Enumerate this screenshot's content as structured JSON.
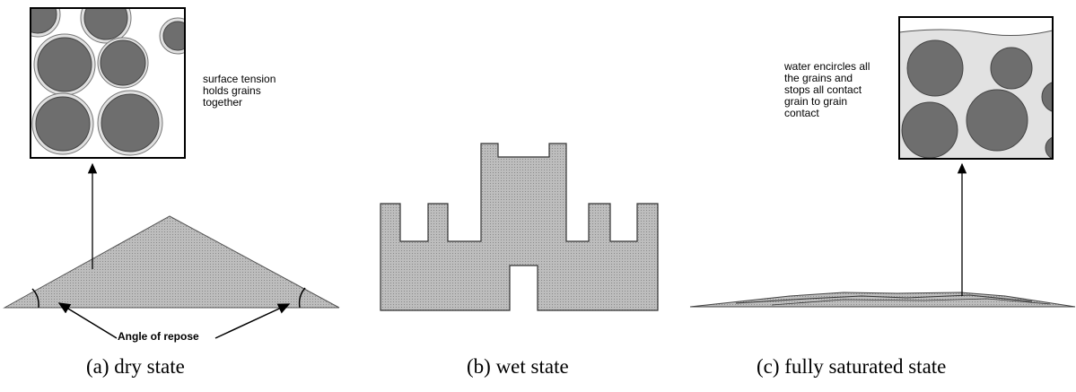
{
  "panels": {
    "dry": {
      "caption": "(a) dry state",
      "note": "surface tension\nholds grains\ntogether",
      "angle_label": "Angle of repose"
    },
    "wet": {
      "caption": "(b) wet state"
    },
    "saturated": {
      "caption": "(c) fully saturated state",
      "note": "water encircles all\nthe grains and\nstops all contact\ngrain to grain\ncontact"
    }
  },
  "colors": {
    "sand": "#b8b8b8",
    "grain": "#6e6e6e",
    "water": "#e2e2e2",
    "line": "#000000"
  }
}
